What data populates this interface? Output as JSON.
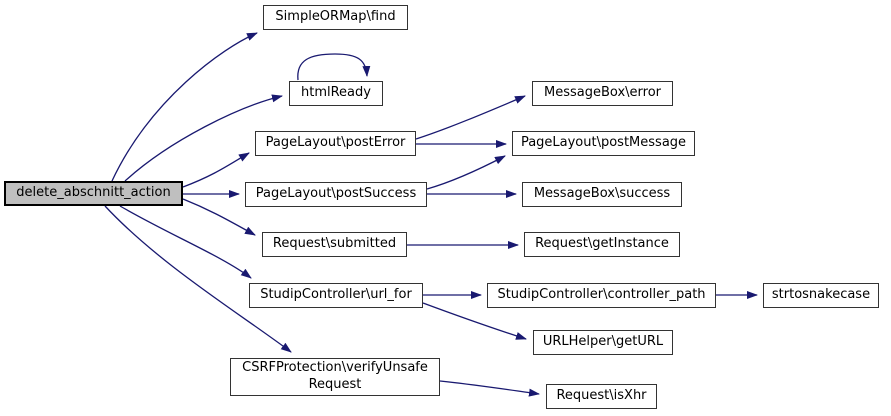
{
  "diagram": {
    "type": "call-graph",
    "root": "delete_abschnitt_action"
  },
  "theme": {
    "bg": "#ffffff",
    "edge_color": "#191970",
    "node_border": "#333333",
    "node_fill": "#ffffff",
    "highlight_fill": "#bfbfbf",
    "highlight_border": "#000000",
    "text_color": "#000000"
  },
  "nodes": [
    {
      "id": "delete-abschnitt-action",
      "label": "delete_abschnitt_action",
      "highlighted": true
    },
    {
      "id": "simpleormap-find",
      "label": "SimpleORMap\\find"
    },
    {
      "id": "htmlready",
      "label": "htmlReady"
    },
    {
      "id": "pagelayout-posterror",
      "label": "PageLayout\\postError"
    },
    {
      "id": "pagelayout-postsuccess",
      "label": "PageLayout\\postSuccess"
    },
    {
      "id": "request-submitted",
      "label": "Request\\submitted"
    },
    {
      "id": "studipcontroller-url-for",
      "label": "StudipController\\url_for"
    },
    {
      "id": "csrfprotection-verifyunsaferequest",
      "label": "CSRFProtection\\verifyUnsafeRequest",
      "label_lines": [
        "CSRFProtection\\verifyUnsafe",
        "Request"
      ]
    },
    {
      "id": "messagebox-error",
      "label": "MessageBox\\error"
    },
    {
      "id": "pagelayout-postmessage",
      "label": "PageLayout\\postMessage"
    },
    {
      "id": "messagebox-success",
      "label": "MessageBox\\success"
    },
    {
      "id": "request-getinstance",
      "label": "Request\\getInstance"
    },
    {
      "id": "studipcontroller-controller-path",
      "label": "StudipController\\controller_path"
    },
    {
      "id": "urlhelper-geturl",
      "label": "URLHelper\\getURL"
    },
    {
      "id": "request-isxhr",
      "label": "Request\\isXhr"
    },
    {
      "id": "strtosnakecase",
      "label": "strtosnakecase"
    }
  ],
  "edges": [
    {
      "from": "delete-abschnitt-action",
      "to": "simpleormap-find"
    },
    {
      "from": "delete-abschnitt-action",
      "to": "htmlready"
    },
    {
      "from": "delete-abschnitt-action",
      "to": "pagelayout-posterror"
    },
    {
      "from": "delete-abschnitt-action",
      "to": "pagelayout-postsuccess"
    },
    {
      "from": "delete-abschnitt-action",
      "to": "request-submitted"
    },
    {
      "from": "delete-abschnitt-action",
      "to": "studipcontroller-url-for"
    },
    {
      "from": "delete-abschnitt-action",
      "to": "csrfprotection-verifyunsaferequest"
    },
    {
      "from": "htmlready",
      "to": "htmlready"
    },
    {
      "from": "pagelayout-posterror",
      "to": "messagebox-error"
    },
    {
      "from": "pagelayout-posterror",
      "to": "pagelayout-postmessage"
    },
    {
      "from": "pagelayout-postsuccess",
      "to": "pagelayout-postmessage"
    },
    {
      "from": "pagelayout-postsuccess",
      "to": "messagebox-success"
    },
    {
      "from": "request-submitted",
      "to": "request-getinstance"
    },
    {
      "from": "studipcontroller-url-for",
      "to": "studipcontroller-controller-path"
    },
    {
      "from": "studipcontroller-url-for",
      "to": "urlhelper-geturl"
    },
    {
      "from": "studipcontroller-controller-path",
      "to": "strtosnakecase"
    },
    {
      "from": "csrfprotection-verifyunsaferequest",
      "to": "request-isxhr"
    }
  ]
}
